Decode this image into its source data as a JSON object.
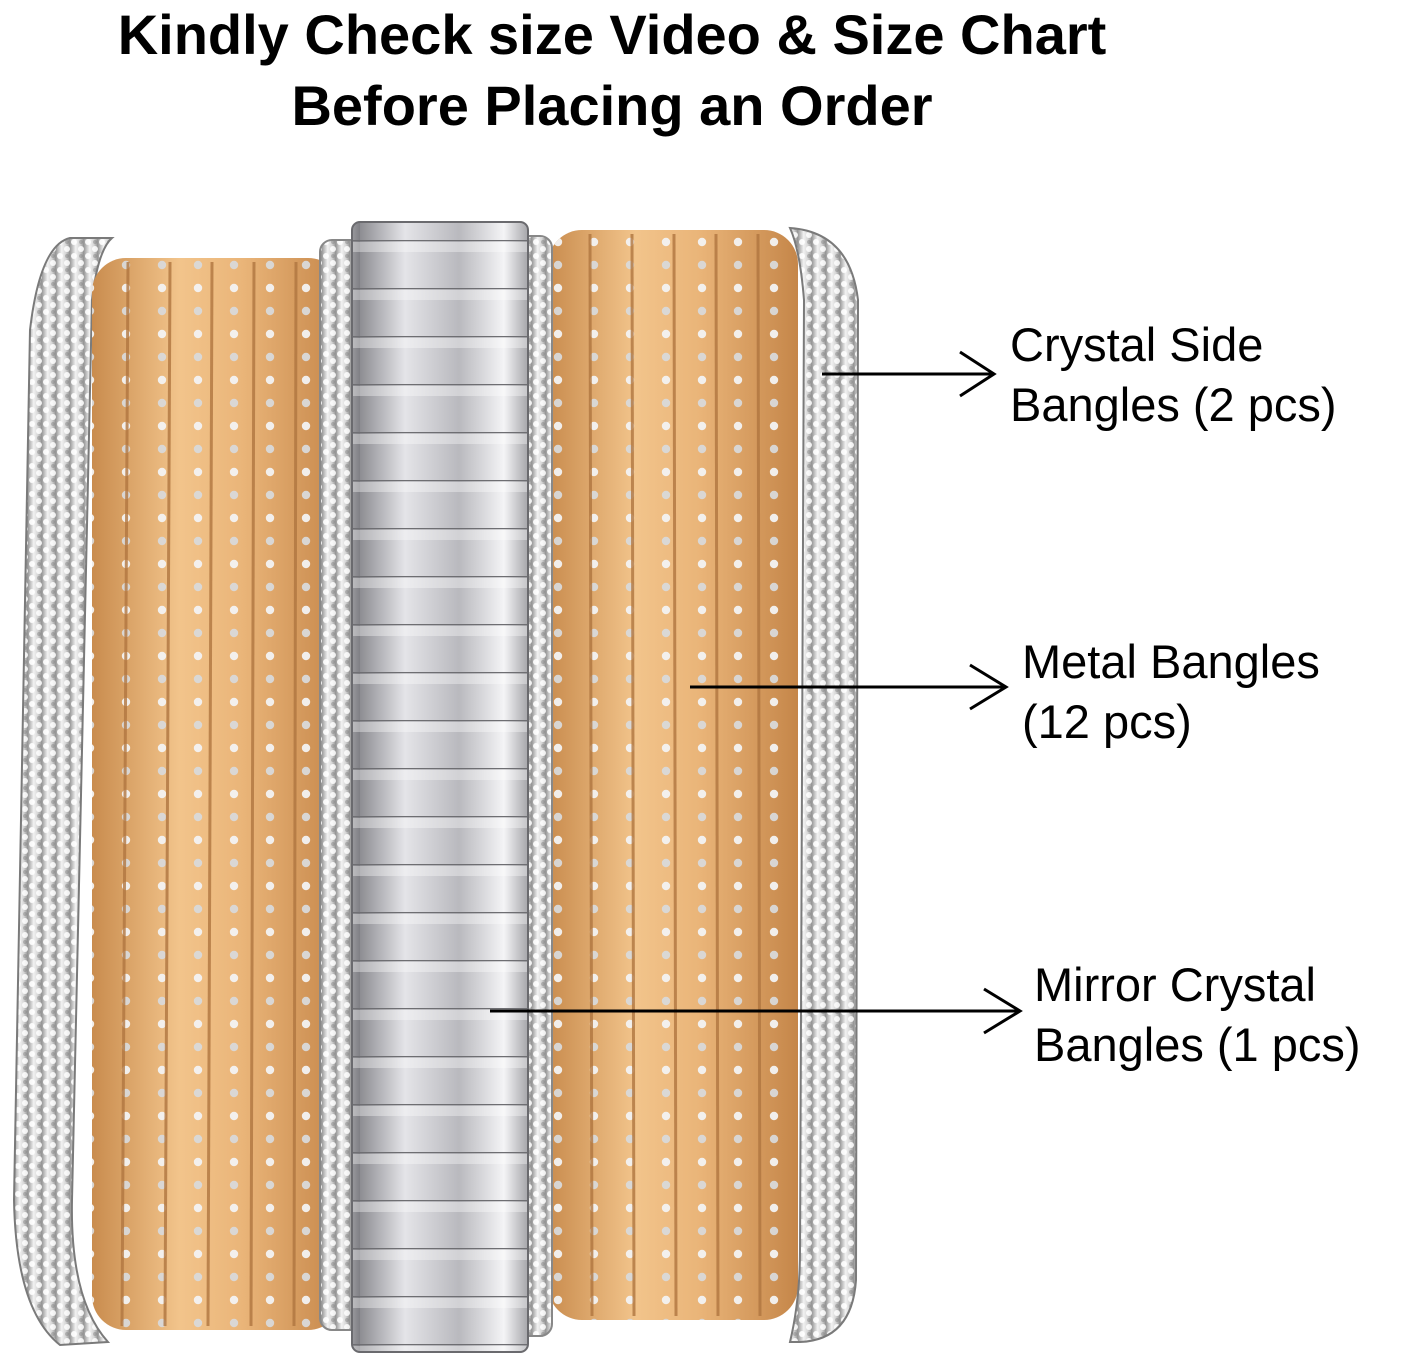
{
  "headline": {
    "line1": "Kindly Check size Video & Size Chart",
    "line2": "Before Placing an Order"
  },
  "callouts": [
    {
      "line1": "Crystal Side",
      "line2": "Bangles (2 pcs)"
    },
    {
      "line1": "Metal Bangles",
      "line2": "(12 pcs)"
    },
    {
      "line1": "Mirror Crystal",
      "line2": "Bangles (1 pcs)"
    }
  ],
  "colors": {
    "background": "#ffffff",
    "text": "#000000",
    "metal_bangle": "#e6b172",
    "crystal": "#d8d8d8",
    "mirror": "#c9c9cc"
  }
}
